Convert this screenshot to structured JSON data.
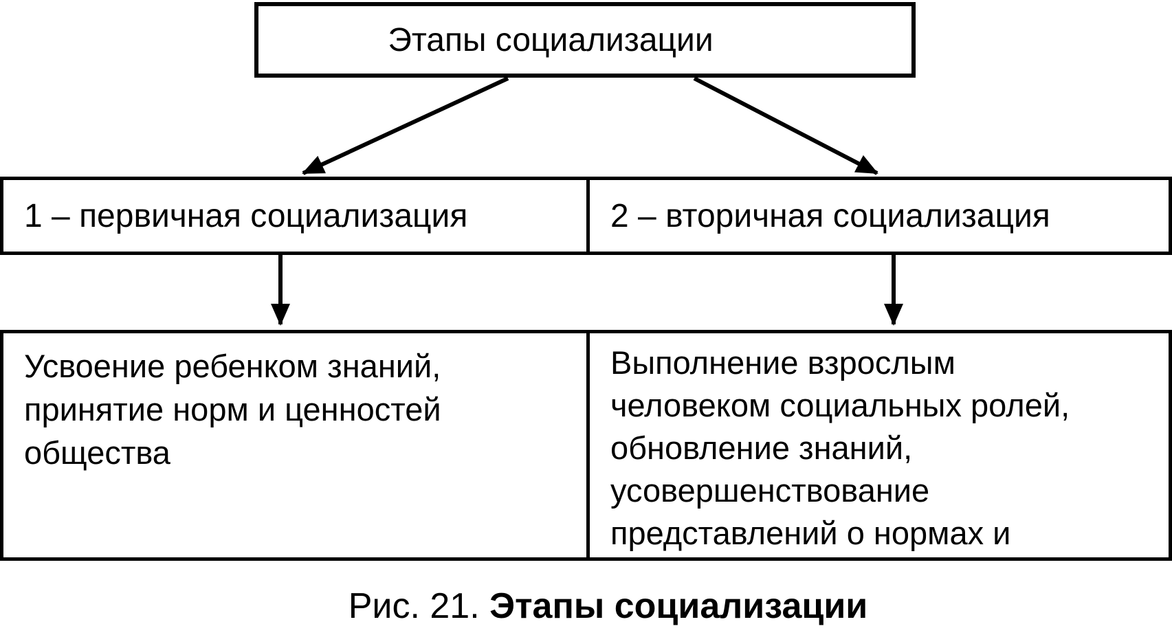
{
  "page": {
    "background_color": "#ffffff",
    "ink_color": "#000000"
  },
  "diagram": {
    "title": "Этапы социализации",
    "stage1": "1 – первичная социализация",
    "stage2": "2 – вторичная социализация",
    "desc1": [
      "Усвоение ребенком знаний,",
      "принятие норм и ценностей",
      "общества"
    ],
    "desc2": [
      "Выполнение взрослым",
      "человеком социальных ролей,",
      "обновление знаний,",
      "усовершенствование",
      "представлений о нормах и"
    ],
    "caption": {
      "prefix": "Рис. 21. ",
      "title": "Этапы социализации"
    }
  }
}
